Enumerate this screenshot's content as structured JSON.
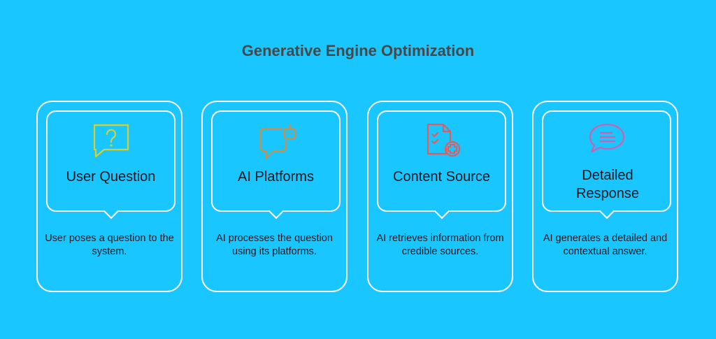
{
  "title": "Generative Engine Optimization",
  "colors": {
    "background": "#1ac6ff",
    "border": "#ffffff",
    "title": "#474747"
  },
  "cards": [
    {
      "heading": "User Question",
      "description": "User poses a question to the system.",
      "icon": "question-bubble-icon",
      "icon_color": "#d9cf2a"
    },
    {
      "heading": "AI Platforms",
      "description": "AI processes the question using its platforms.",
      "icon": "chatbot-icon",
      "icon_color": "#d98a3a"
    },
    {
      "heading": "Content Source",
      "description": "AI retrieves information from credible sources.",
      "icon": "document-checklist-icon",
      "icon_color": "#e55b5b"
    },
    {
      "heading": "Detailed Response",
      "description": "AI generates a detailed and contextual answer.",
      "icon": "message-lines-icon",
      "icon_color": "#d15fb0"
    }
  ]
}
